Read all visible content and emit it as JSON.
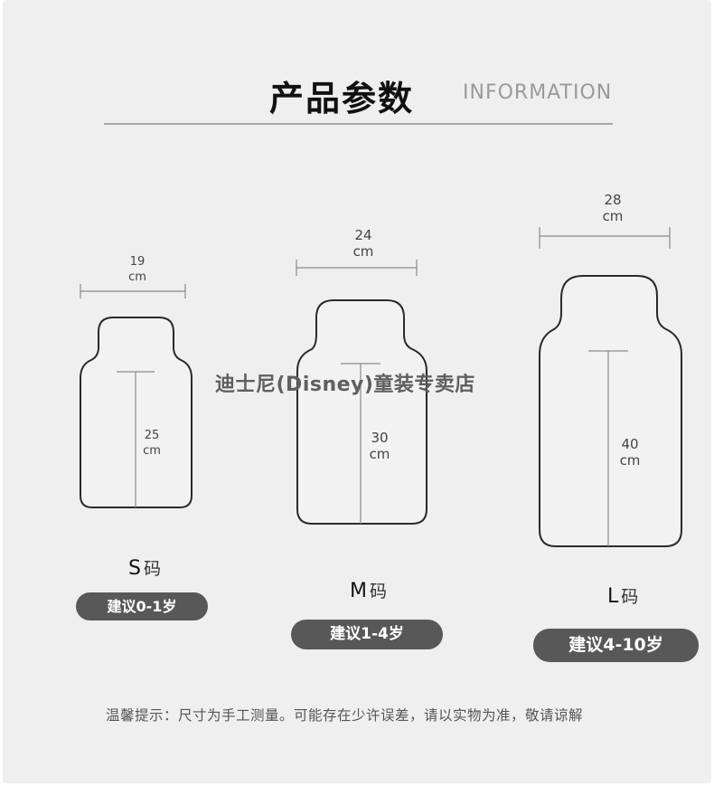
{
  "header": {
    "title": "产品参数",
    "subtitle": "INFORMATION"
  },
  "sizes": [
    {
      "size": "S",
      "ma": "码",
      "width": "19",
      "width_unit": "cm",
      "length": "25",
      "length_unit": "cm",
      "age": "建议0-1岁"
    },
    {
      "size": "M",
      "ma": "码",
      "width": "24",
      "width_unit": "cm",
      "length": "30",
      "length_unit": "cm",
      "age": "建议1-4岁"
    },
    {
      "size": "L",
      "ma": "码",
      "width": "28",
      "width_unit": "cm",
      "length": "40",
      "length_unit": "cm",
      "age": "建议4-10岁"
    }
  ],
  "watermark": "迪士尼(Disney)童装专卖店",
  "note": "温馨提示：尺寸为手工测量。可能存在少许误差，请以实物为准，敬请谅解",
  "colors": {
    "panel": "#efefef",
    "badge": "#585858",
    "outline": "#2a2a2a",
    "measure": "#8a8a8a"
  }
}
